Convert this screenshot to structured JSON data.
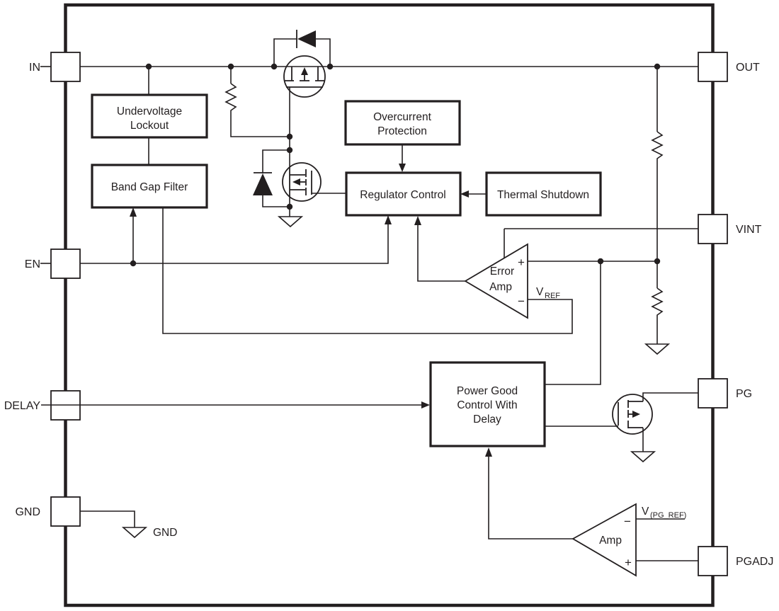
{
  "diagram": {
    "pins": {
      "in": "IN",
      "en": "EN",
      "delay": "DELAY",
      "gnd": "GND",
      "out": "OUT",
      "vint": "VINT",
      "pg": "PG",
      "pgadj": "PGADJ"
    },
    "blocks": {
      "uvlo": {
        "line1": "Undervoltage",
        "line2": "Lockout"
      },
      "bandgap": {
        "line1": "Band Gap Filter"
      },
      "ocp": {
        "line1": "Overcurrent",
        "line2": "Protection"
      },
      "regctrl": {
        "line1": "Regulator Control"
      },
      "thermal": {
        "line1": "Thermal Shutdown"
      },
      "pgood": {
        "line1": "Power Good",
        "line2": "Control With",
        "line3": "Delay"
      }
    },
    "amps": {
      "error": {
        "line1": "Error",
        "line2": "Amp",
        "plus": "+",
        "minus": "−"
      },
      "pg": {
        "line1": "Amp",
        "plus": "+",
        "minus": "−"
      }
    },
    "labels": {
      "vref_main": "V",
      "vref_sub": "REF",
      "pgref_main": "V",
      "pgref_sub": "(PG_REF)",
      "gnd_net": "GND"
    },
    "colors": {
      "line": "#231f20",
      "background": "#ffffff"
    }
  }
}
